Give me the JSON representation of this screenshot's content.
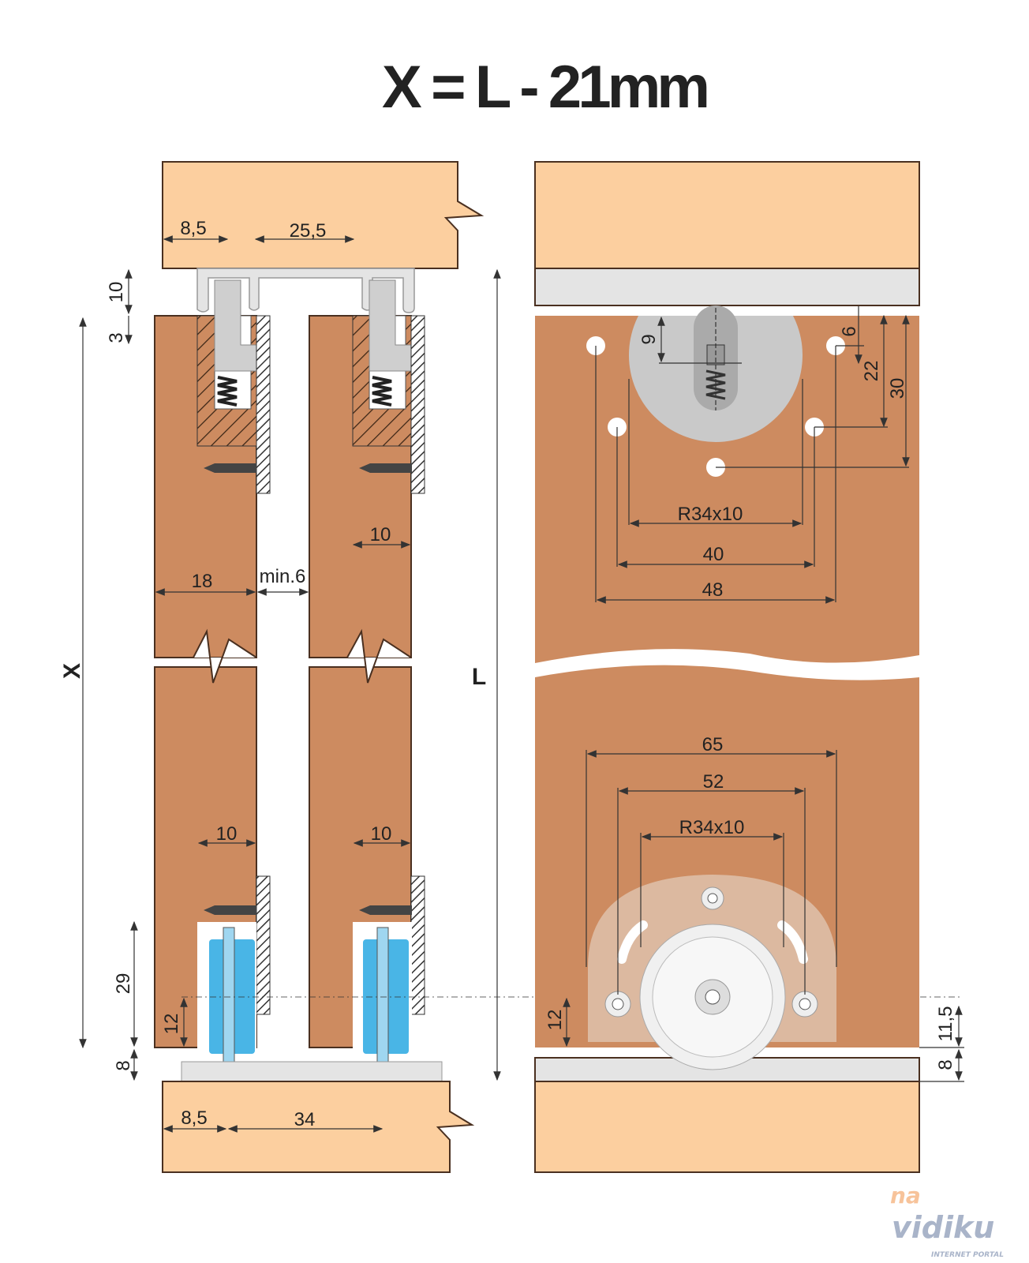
{
  "title": "X = L - 21mm",
  "colors": {
    "frame": "#fccf9f",
    "door": "#cd8b60",
    "rail": "#e4e4e4",
    "fitting": "#c9c9c9",
    "wheel": "#49b5e6",
    "outline": "#4a3020"
  },
  "left_view": {
    "top_dims": [
      "8,5",
      "25,5"
    ],
    "rail_gap_dims": [
      "10",
      "3"
    ],
    "door_dims": {
      "thickness": "18",
      "gap": "min.6",
      "top_offset": "10",
      "bottom_offset_left": "10",
      "bottom_offset_right": "10"
    },
    "bottom_dims": {
      "wheel_height": "29",
      "axis": "12",
      "clearance": "8",
      "left": "8,5",
      "right": "34"
    },
    "height_labels": {
      "door": "X",
      "total": "L"
    }
  },
  "right_view": {
    "top_dims": {
      "slot": "9",
      "offset": "6",
      "hole1": "22",
      "hole2": "30",
      "radius": "R34x10",
      "spacing1": "40",
      "spacing2": "48"
    },
    "bottom_dims": {
      "spacing1": "65",
      "spacing2": "52",
      "radius": "R34x10",
      "axis": "12",
      "offset": "11,5",
      "clearance": "8"
    }
  },
  "watermark": {
    "prefix": "na",
    "name": "vidiku",
    "tagline": "INTERNET PORTAL"
  }
}
